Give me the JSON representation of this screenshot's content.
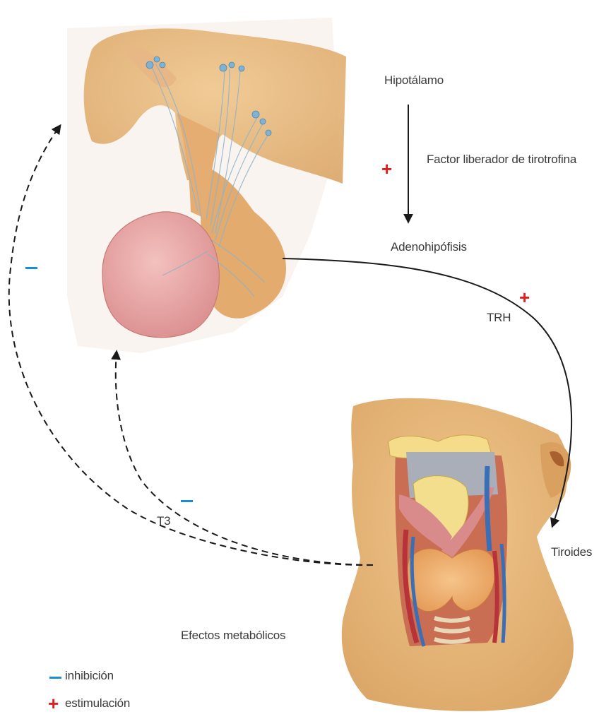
{
  "labels": {
    "hypothalamus": "Hipotálamo",
    "releasing_factor": "Factor liberador de tirotrofina",
    "adenohypophysis": "Adenohipófisis",
    "trh": "TRH",
    "thyroid": "Tiroides",
    "t3": "T3",
    "metabolic_effects": "Efectos metabólicos"
  },
  "legend": {
    "inhibition": "inhibición",
    "stimulation": "estimulación"
  },
  "colors": {
    "stimulation": "#e31d1d",
    "inhibition": "#1a8fd0",
    "arrow": "#1a1a1a",
    "skin": "#e6b274",
    "pink_tissue": "#e9a3a3"
  },
  "icons": {
    "pituitary": "pituitary-gland-illustration",
    "neck": "neck-thyroid-illustration"
  }
}
